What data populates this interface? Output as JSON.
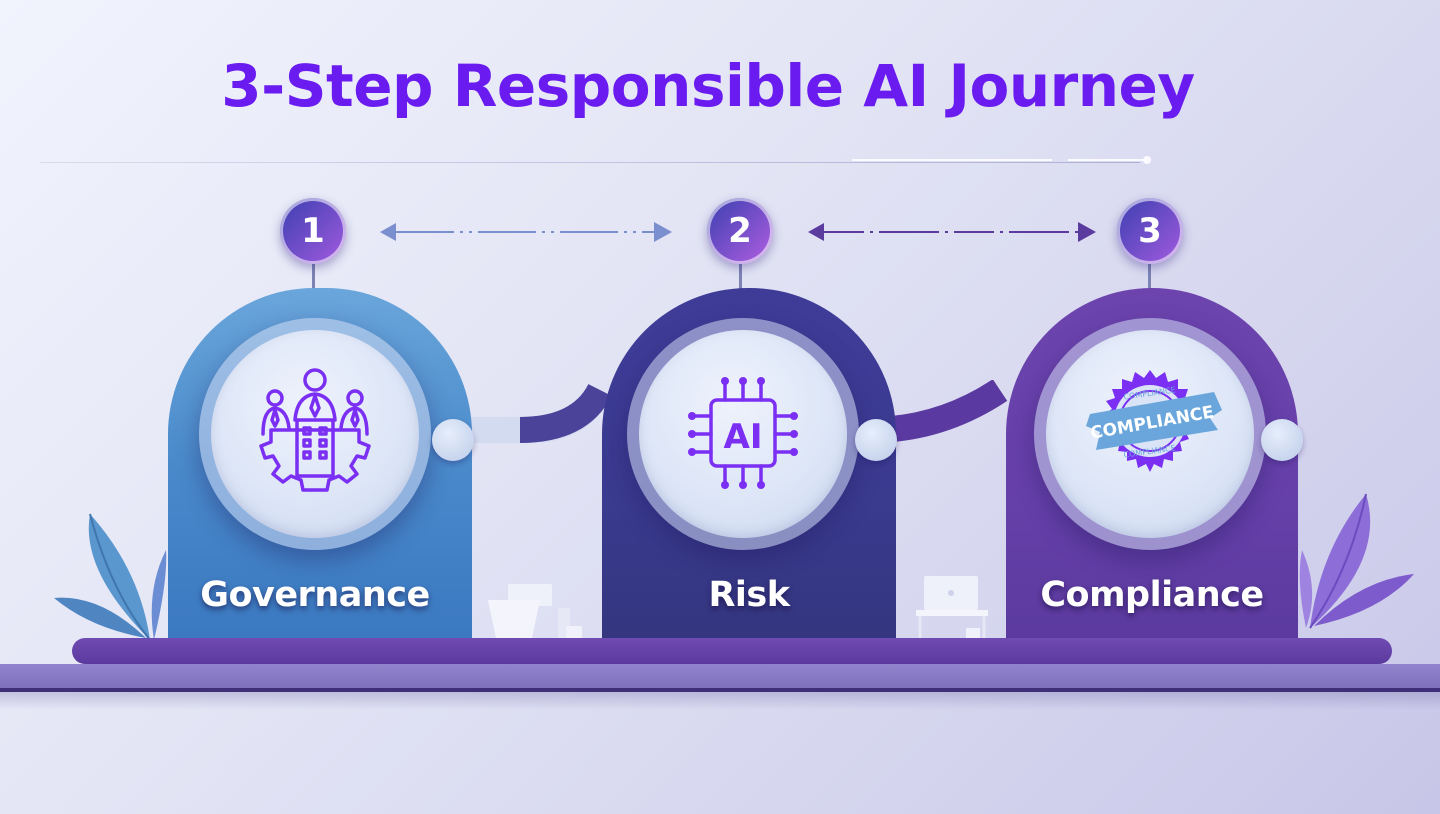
{
  "title": "3-Step Responsible AI Journey",
  "steps": [
    {
      "number": "1",
      "label": "Governance",
      "icon": "team-gear-icon"
    },
    {
      "number": "2",
      "label": "Risk",
      "icon": "ai-chip-icon",
      "icon_text": "AI"
    },
    {
      "number": "3",
      "label": "Compliance",
      "icon": "compliance-seal-icon",
      "seal_text": "COMPLIANCE",
      "seal_ring_text": "COMPLIANCE"
    }
  ],
  "colors": {
    "title": "#6a1cf0",
    "icon": "#7a2ff2",
    "step1_panel": "#4a8ccb",
    "step2_panel": "#3b3f92",
    "step3_panel": "#6540a8",
    "base": "#5f3ea3"
  }
}
